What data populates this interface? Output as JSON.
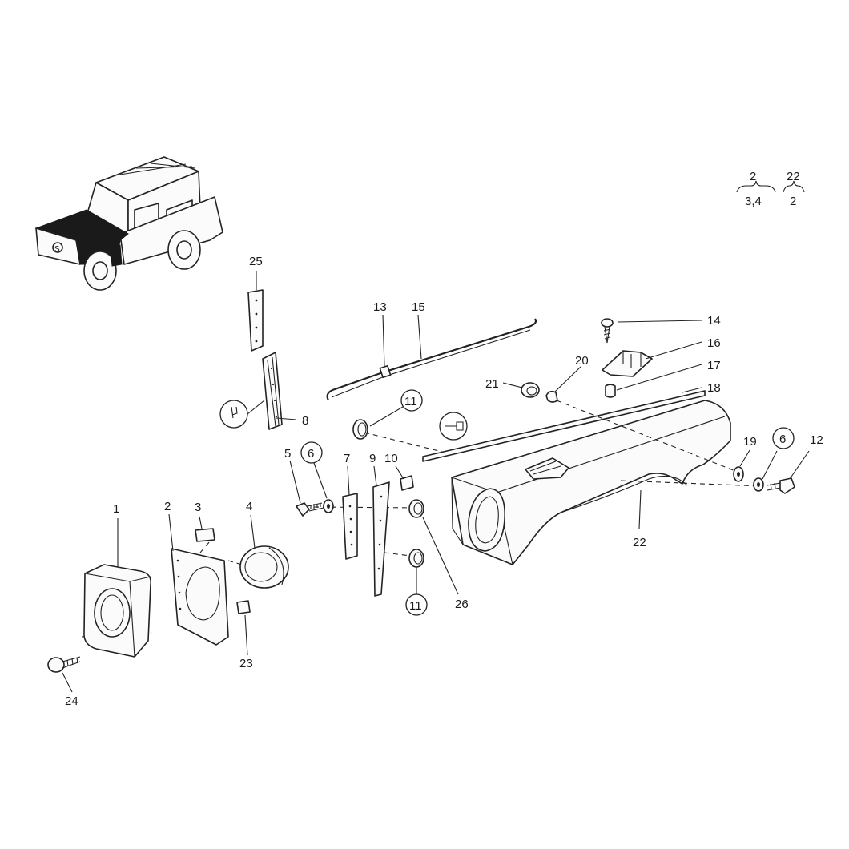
{
  "legend": {
    "group_a_top": "2",
    "group_a_bottom": "3,4",
    "group_b_top": "22",
    "group_b_bottom": "2"
  },
  "callouts": {
    "c1": "1",
    "c2": "2",
    "c3": "3",
    "c4": "4",
    "c5": "5",
    "c6a": "6",
    "c6b": "6",
    "c7": "7",
    "c8": "8",
    "c9": "9",
    "c10": "10",
    "c11a": "11",
    "c11b": "11",
    "c12": "12",
    "c13": "13",
    "c14": "14",
    "c15": "15",
    "c16": "16",
    "c17": "17",
    "c18": "18",
    "c19": "19",
    "c20": "20",
    "c21": "21",
    "c22": "22",
    "c23": "23",
    "c24": "24",
    "c25": "25",
    "c26": "26"
  },
  "vehicle_badge": "S"
}
